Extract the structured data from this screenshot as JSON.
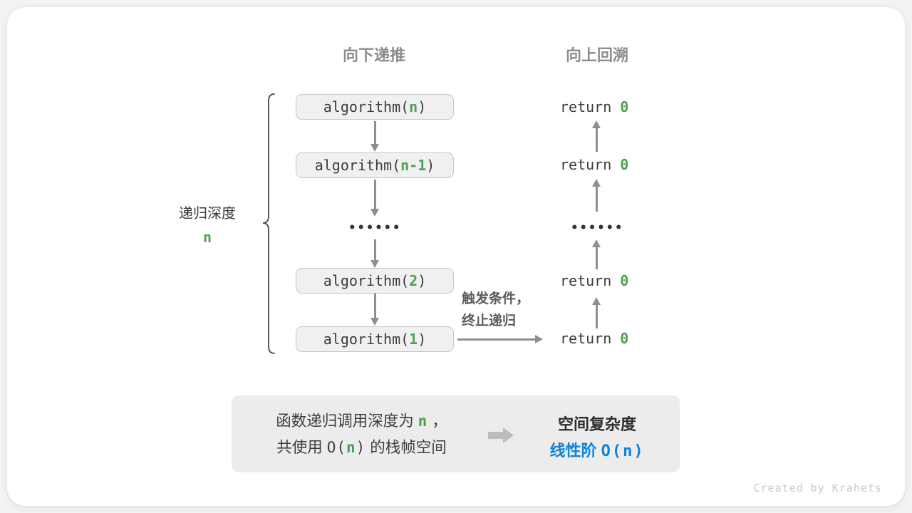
{
  "colors": {
    "green": "#4fa052",
    "blue": "#0d84da",
    "arrow_grey": "#8f8f8f",
    "header_grey": "#8d8d8d"
  },
  "headers": {
    "down": "向下递推",
    "up": "向上回溯"
  },
  "depth_label": {
    "text": "递归深度",
    "var": "n"
  },
  "stack": {
    "boxes": [
      {
        "pre": "algorithm(",
        "arg": "n",
        "post": ")"
      },
      {
        "pre": "algorithm(",
        "arg": "n-1",
        "post": ")"
      },
      {
        "pre": "algorithm(",
        "arg": "2",
        "post": ")"
      },
      {
        "pre": "algorithm(",
        "arg": "1",
        "post": ")"
      }
    ],
    "ellipsis": "••••••"
  },
  "returns": {
    "keyword": "return",
    "value": "0"
  },
  "annotation": {
    "line1": "触发条件，",
    "line2": "终止递归"
  },
  "summary": {
    "line1_pre": "函数递归调用深度为 ",
    "line1_var": "n",
    "line1_post": " ，",
    "line2_pre": "共使用 ",
    "line2_o": "O(",
    "line2_var": "n",
    "line2_close": ")",
    "line2_post": " 的栈帧空间",
    "title": "空间复杂度",
    "result_label": "线性阶",
    "result_big_o": "O(n)"
  },
  "watermark": "Created by Krahets"
}
